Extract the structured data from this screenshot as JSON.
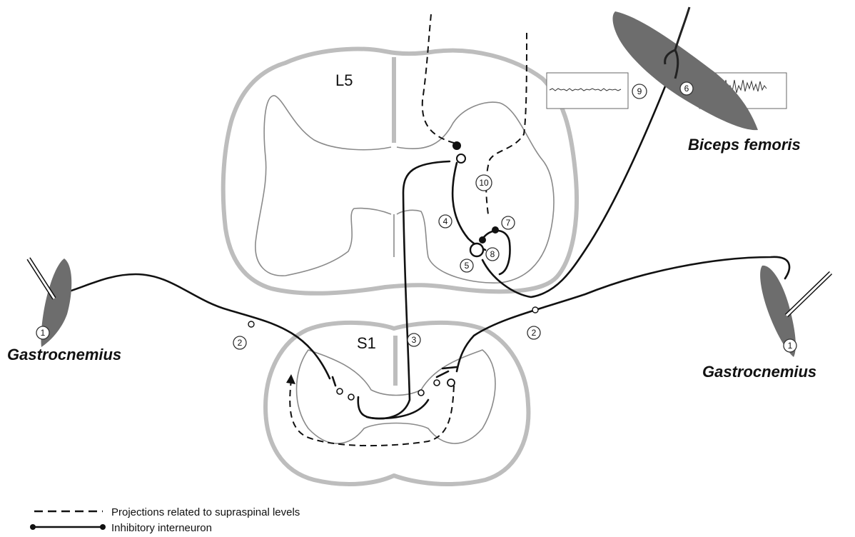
{
  "segments": {
    "upper": "L5",
    "lower": "S1"
  },
  "muscles": {
    "left": "Gastrocnemius",
    "right": "Gastrocnemius",
    "top": "Biceps femoris"
  },
  "numbers": {
    "n1": "1",
    "n2": "2",
    "n3": "3",
    "n4": "4",
    "n5": "5",
    "n6": "6",
    "n7": "7",
    "n8": "8",
    "n9": "9",
    "n10": "10"
  },
  "legend": {
    "dashed": "Projections related to supraspinal levels",
    "inhibitory": "Inhibitory interneuron"
  }
}
